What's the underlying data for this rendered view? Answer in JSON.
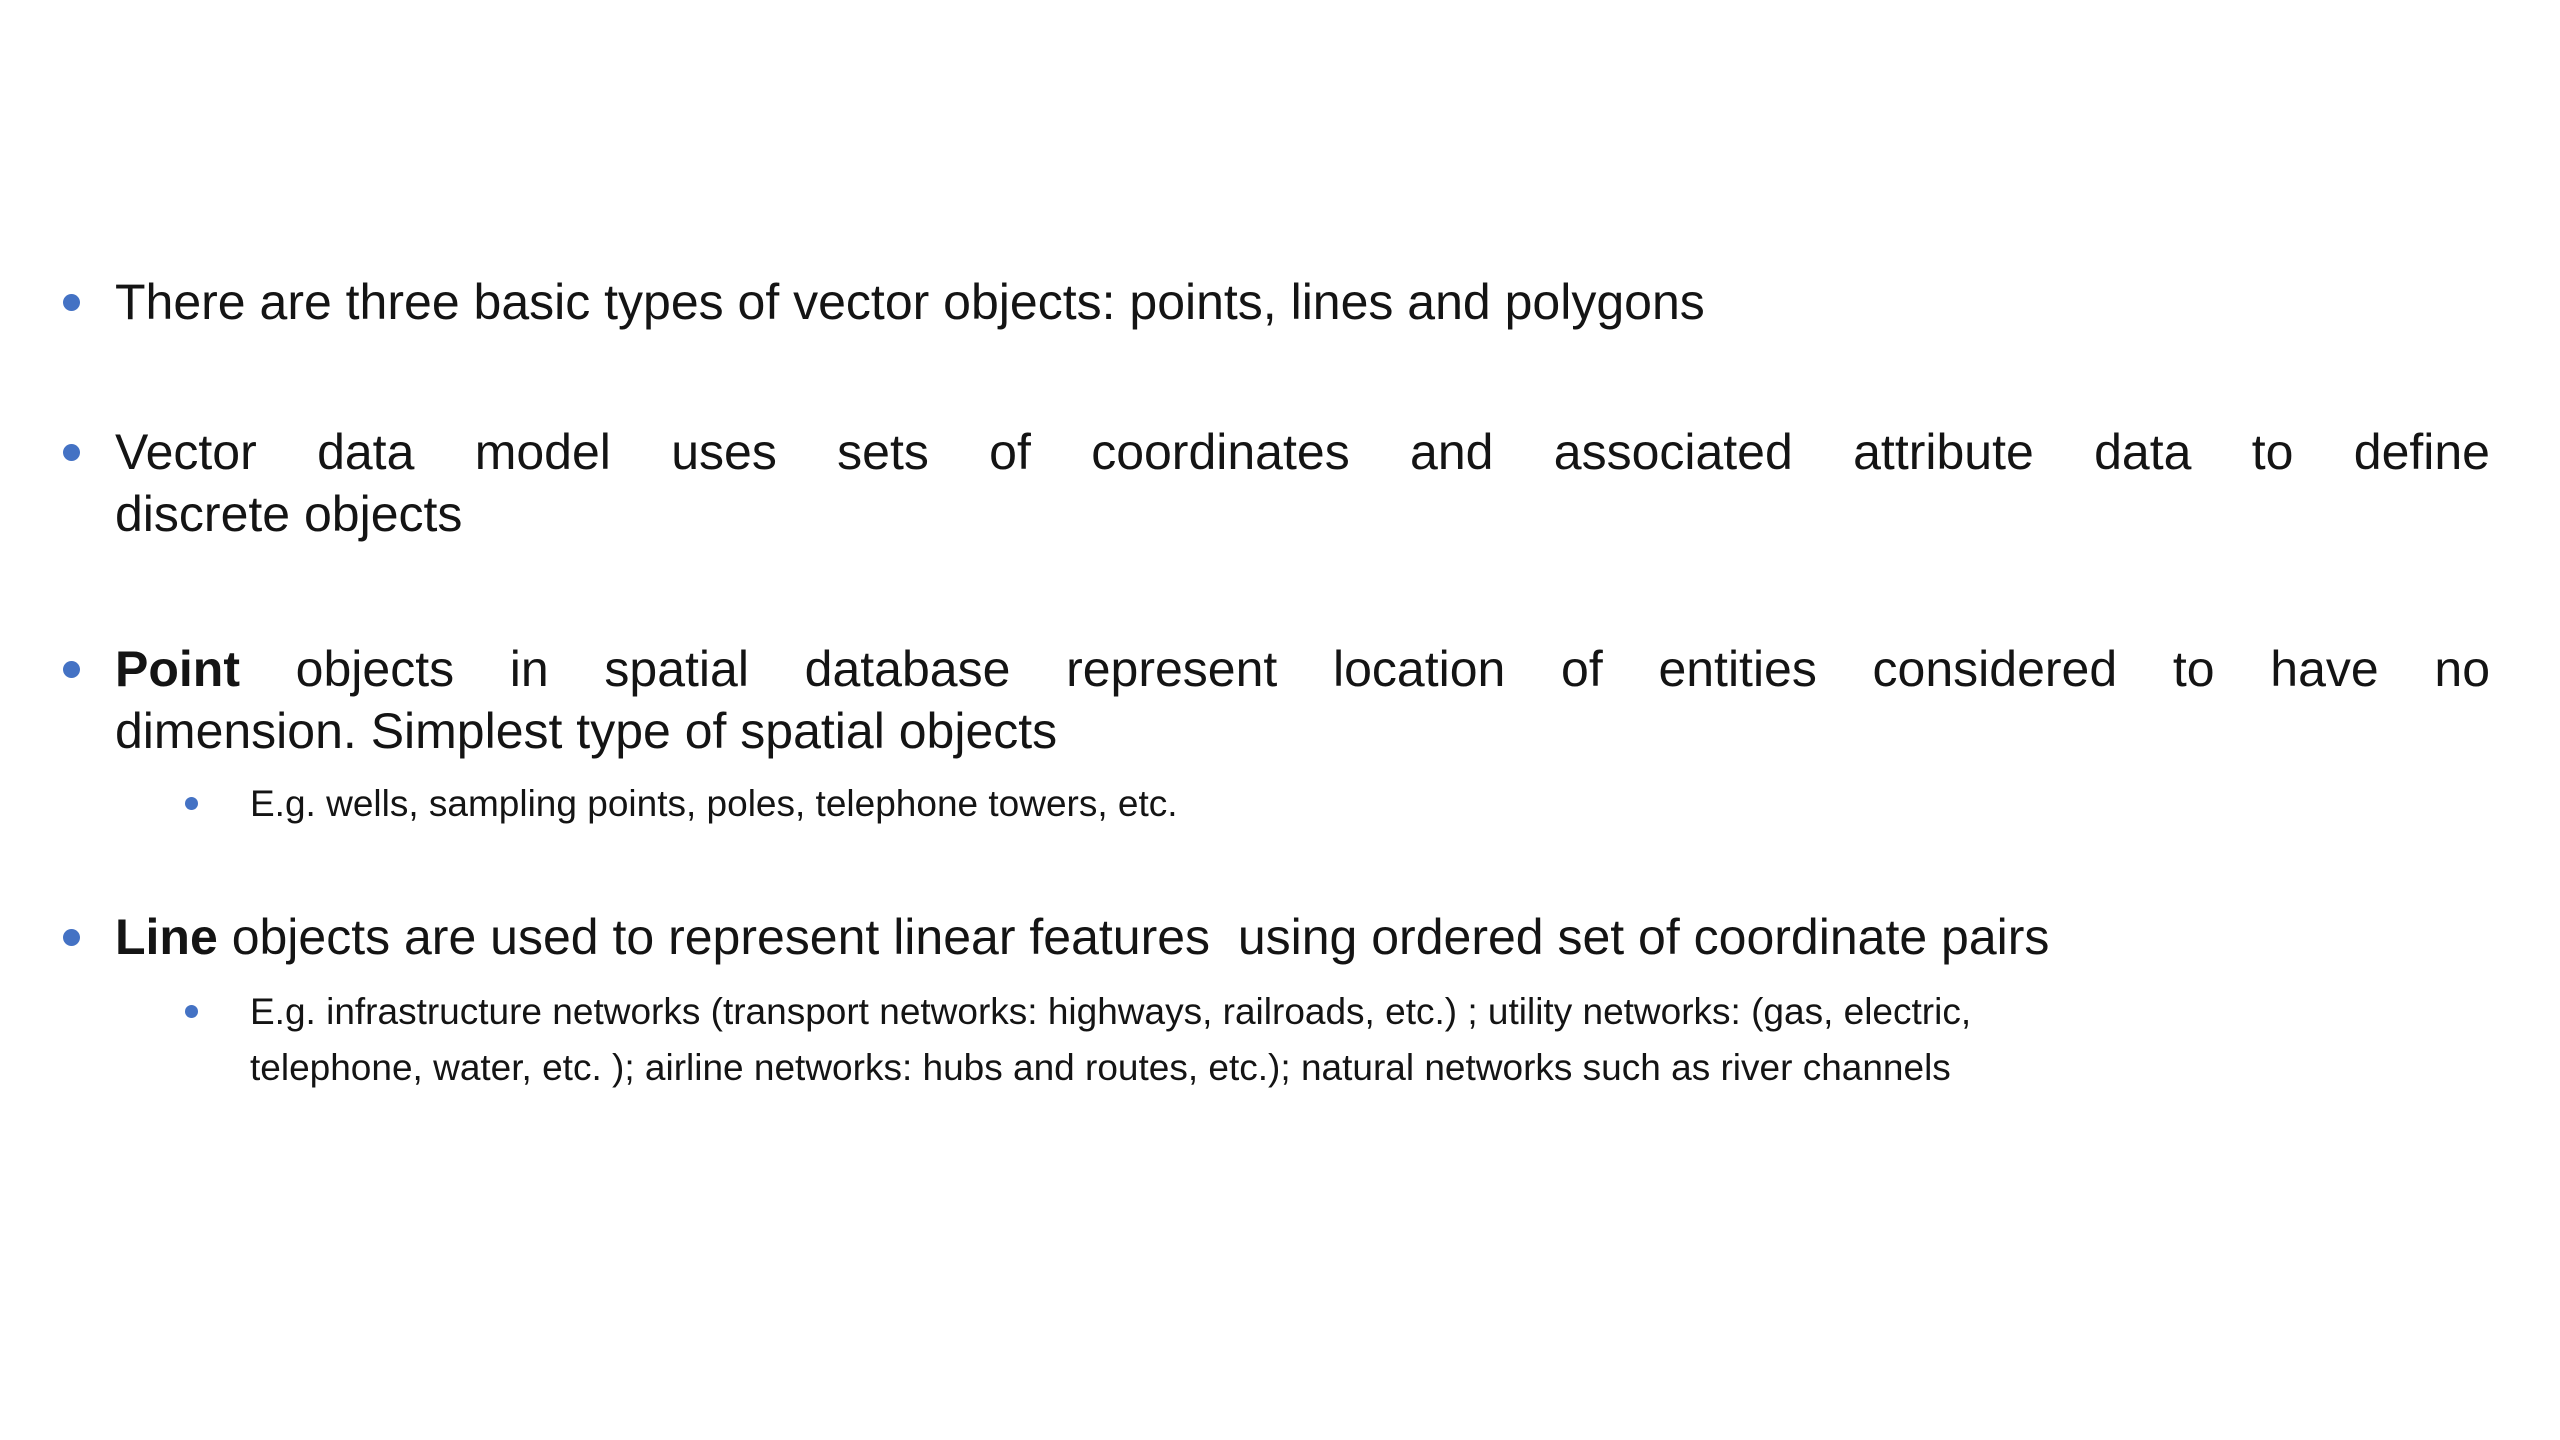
{
  "slide": {
    "background_color": "#ffffff",
    "text_color": "#141414",
    "bullet_dot_color": "#4472c4",
    "bullets": [
      {
        "text": "There are three basic types of vector objects: points, lines and polygons"
      },
      {
        "line1": "Vector data model uses sets of coordinates and associated attribute data to define",
        "line2": "discrete objects"
      },
      {
        "lead": "Point",
        "line1_rest": " objects in spatial database represent location of entities considered to have no",
        "line2": "dimension. Simplest type of spatial objects",
        "sub_bullets": [
          "E.g. wells, sampling points, poles, telephone towers, etc."
        ]
      },
      {
        "lead": "Line",
        "line1_rest": " objects are used to represent linear features  using ordered set of coordinate pairs",
        "sub_line1": "E.g. infrastructure networks (transport networks: highways, railroads, etc.) ; utility networks: (gas, electric,",
        "sub_line2": "telephone, water, etc. ); airline networks: hubs and routes, etc.); natural networks such as river channels"
      }
    ]
  }
}
